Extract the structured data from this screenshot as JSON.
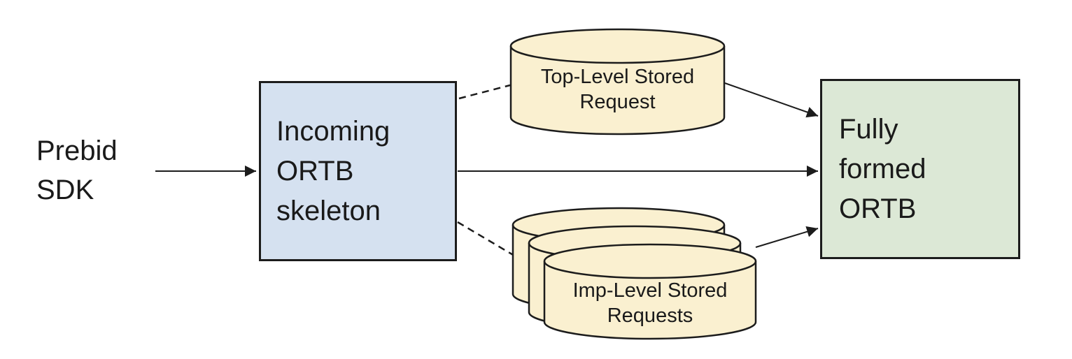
{
  "diagram": {
    "description": "Flow diagram: Prebid SDK sends an incoming ORTB skeleton which is merged with stored requests into a fully formed ORTB",
    "nodes": {
      "prebid_sdk": {
        "label": "Prebid\nSDK",
        "shape": "text"
      },
      "incoming_ortb_skeleton": {
        "label": "Incoming\nORTB\nskeleton",
        "shape": "rectangle",
        "fill": "#d5e1f0"
      },
      "top_level_stored_request": {
        "label": "Top-Level Stored\nRequest",
        "shape": "database-cylinder",
        "fill": "#faf0d0"
      },
      "imp_level_stored_requests": {
        "label": "Imp-Level Stored\nRequests",
        "shape": "stacked-database-cylinders",
        "count": 3,
        "fill": "#faf0d0"
      },
      "fully_formed_ortb": {
        "label": "Fully\nformed\nORTB",
        "shape": "rectangle",
        "fill": "#dce8d6"
      }
    },
    "edges": [
      {
        "from": "prebid_sdk",
        "to": "incoming_ortb_skeleton",
        "style": "solid",
        "arrowhead": true
      },
      {
        "from": "incoming_ortb_skeleton",
        "to": "top_level_stored_request",
        "style": "dashed",
        "arrowhead": false
      },
      {
        "from": "incoming_ortb_skeleton",
        "to": "fully_formed_ortb",
        "style": "solid",
        "arrowhead": true
      },
      {
        "from": "incoming_ortb_skeleton",
        "to": "imp_level_stored_requests",
        "style": "dashed",
        "arrowhead": false
      },
      {
        "from": "top_level_stored_request",
        "to": "fully_formed_ortb",
        "style": "solid",
        "arrowhead": true
      },
      {
        "from": "imp_level_stored_requests",
        "to": "fully_formed_ortb",
        "style": "solid",
        "arrowhead": true
      }
    ],
    "palette": {
      "box_blue": "#d5e1f0",
      "box_green": "#dce8d6",
      "cylinder_yellow": "#faf0d0",
      "stroke": "#1c1c1c",
      "background": "#ffffff"
    }
  }
}
